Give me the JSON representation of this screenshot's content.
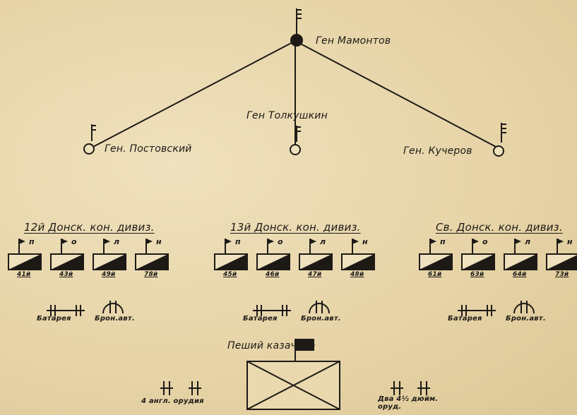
{
  "commanders": {
    "top": "Ген Мамонтов",
    "left": "Ген. Постовский",
    "center": "Ген Толкушкин",
    "right": "Ген. Кучеров"
  },
  "divisions": [
    {
      "title": "12й Донск. кон. дивиз.",
      "regiments": [
        {
          "flag": "п",
          "number": "41й"
        },
        {
          "flag": "о",
          "number": "43й"
        },
        {
          "flag": "л",
          "number": "49й"
        },
        {
          "flag": "н",
          "number": "78й"
        }
      ],
      "battery": "Батарея",
      "armored": "Брон.авт."
    },
    {
      "title": "13й Донск. кон. дивиз.",
      "regiments": [
        {
          "flag": "п",
          "number": "45й"
        },
        {
          "flag": "о",
          "number": "46й"
        },
        {
          "flag": "л",
          "number": "47й"
        },
        {
          "flag": "н",
          "number": "48й"
        }
      ],
      "battery": "Батарея",
      "armored": "Брон.авт."
    },
    {
      "title": "Св. Донск. кон. дивиз.",
      "regiments": [
        {
          "flag": "п",
          "number": "61й"
        },
        {
          "flag": "о",
          "number": "63й"
        },
        {
          "flag": "л",
          "number": "64й"
        },
        {
          "flag": "н",
          "number": "73й"
        }
      ],
      "battery": "Батарея",
      "armored": "Брон.авт."
    }
  ],
  "infantry": {
    "title": "Пеший казачотр",
    "left_guns": "4 англ. орудия",
    "right_guns": "Два 4½ дюйм. оруд."
  }
}
